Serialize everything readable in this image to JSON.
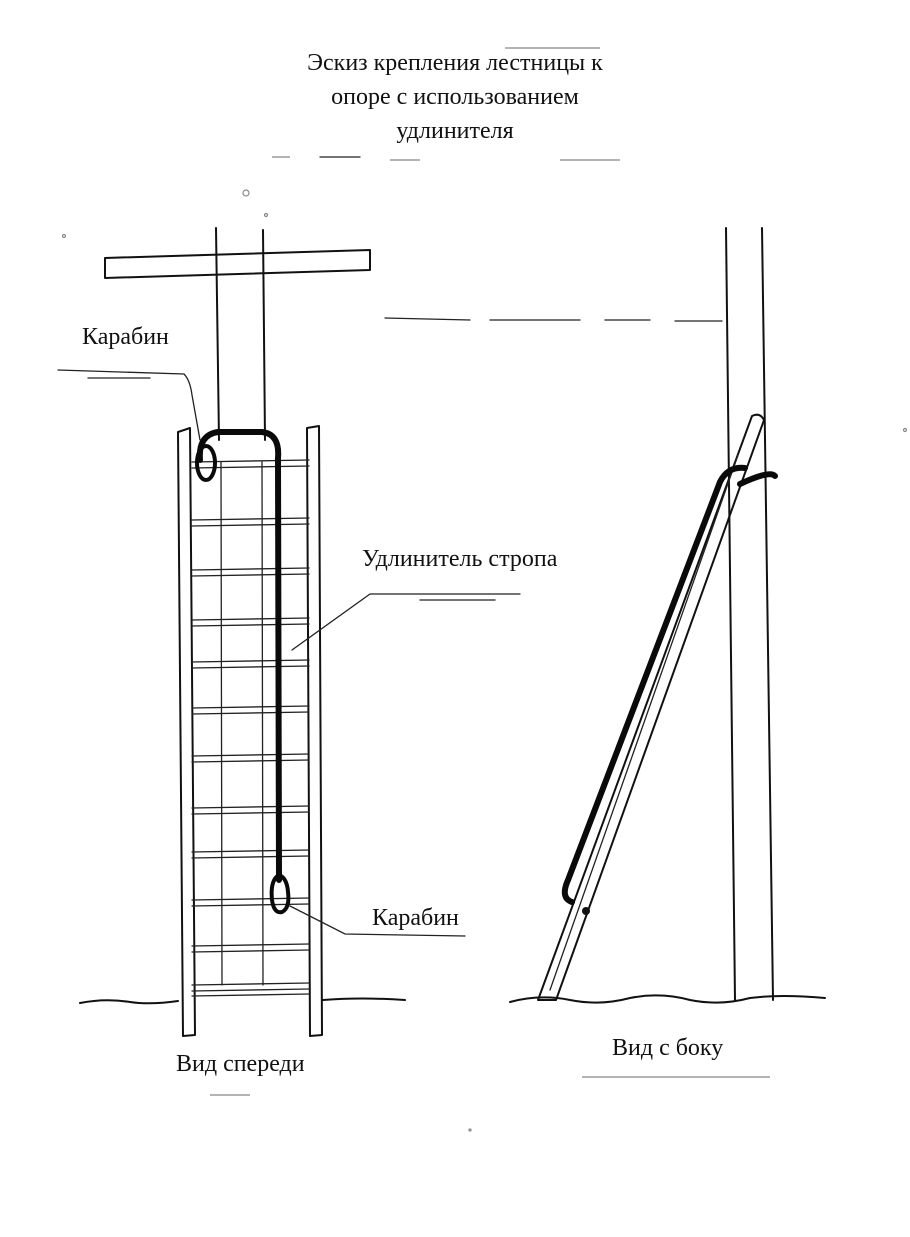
{
  "title": {
    "line1": "Эскиз крепления лестницы к",
    "line2": "опоре с использованием",
    "line3": "удлинителя"
  },
  "labels": {
    "carabiner_top": "Карабин",
    "extender": "Удлинитель стропа",
    "carabiner_bottom": "Карабин",
    "front_view": "Вид спереди",
    "side_view": "Вид с боку"
  }
}
